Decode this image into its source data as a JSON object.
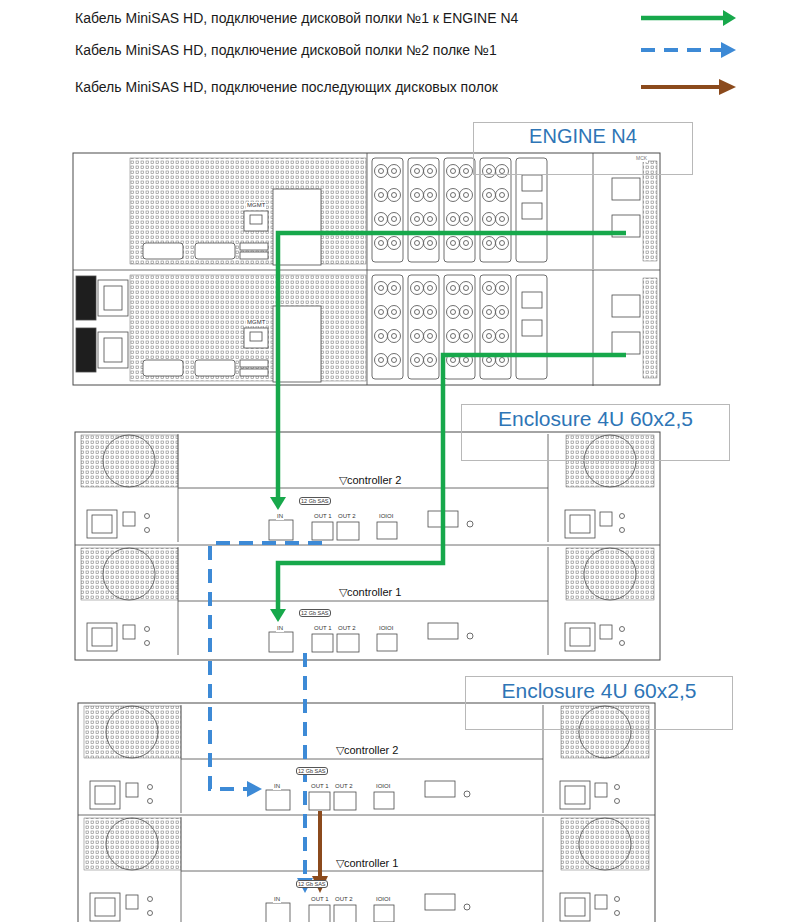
{
  "diagram": {
    "nodes": [
      {
        "text": [
          "ENGINE N4"
        ]
      },
      {
        "text": [
          "Enclosure 4U 60x2,5"
        ]
      },
      {
        "text": [
          "▽controller 2"
        ],
        "in": 1
      },
      {
        "text": [
          "▽controller 1"
        ],
        "in": 1
      },
      {
        "text": [
          "Enclosure 4U 60x2,5"
        ]
      },
      {
        "text": [
          "▽controller 2"
        ],
        "in": 4
      },
      {
        "text": [
          "▽controller 1"
        ],
        "in": 4
      }
    ],
    "edges": [
      {
        "from": 0,
        "to": 2,
        "arrow": "to"
      },
      {
        "from": 0,
        "to": 3,
        "arrow": "to"
      },
      {
        "from": 2,
        "to": 5,
        "arrow": "to"
      },
      {
        "from": 3,
        "to": 6,
        "arrow": "to"
      },
      {
        "from": 5,
        "to": 6,
        "arrow": "to"
      }
    ],
    "labels": [
      "MGMT",
      "MGMT",
      "MCK",
      "12 Gb SAS",
      "IN",
      "OUT 1",
      "OUT 2",
      "IOIOI",
      "12 Gb SAS",
      "IN",
      "OUT 1",
      "OUT 2",
      "IOIOI",
      "12 Gb SAS",
      "IN",
      "OUT 1",
      "OUT 2",
      "IOIOI",
      "12 Gb SAS",
      "IN",
      "OUT 1",
      "OUT 2",
      "IOIOI"
    ],
    "legend": [
      {
        "text": "Кабель MiniSAS HD, подключение дисковой полки №1 к ENGINE N4"
      },
      {
        "text": "Кабель MiniSAS HD, подключение дисковой полки №2 полке №1"
      },
      {
        "text": "Кабель MiniSAS HD, подключение последующих дисковых полок"
      }
    ]
  }
}
